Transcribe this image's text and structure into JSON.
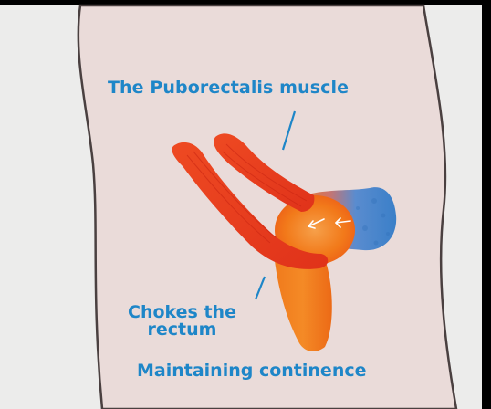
{
  "labels": {
    "muscle_name": "The Puborectalis muscle",
    "action_line1": "Chokes the",
    "action_line2": "rectum",
    "result": "Maintaining continence"
  },
  "colors": {
    "background_outer": "#000000",
    "backdrop": "#ededec",
    "body_fill": "#eadbd9",
    "body_outline": "#4a4040",
    "muscle_red": "#e8391e",
    "muscle_orange": "#f27a1a",
    "rectum_blue": "#3d82c9",
    "label_blue": "#1e86c8"
  }
}
